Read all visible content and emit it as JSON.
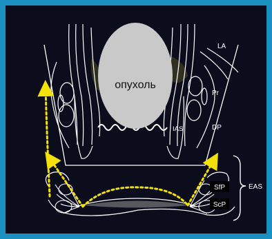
{
  "labels": {
    "tumor": "опухоль",
    "la": "LA",
    "pr": "Pr",
    "dp": "DP",
    "ias": "IAS",
    "eas": "EAS",
    "sfp": "SfP",
    "scp": "ScP"
  },
  "colors": {
    "frame": "#1a8fc0",
    "background": "#0b0d1c",
    "lines": "#ffffff",
    "arrows": "#f4e10b",
    "tumor": "#c9c9c9",
    "label_box": "#000000"
  }
}
